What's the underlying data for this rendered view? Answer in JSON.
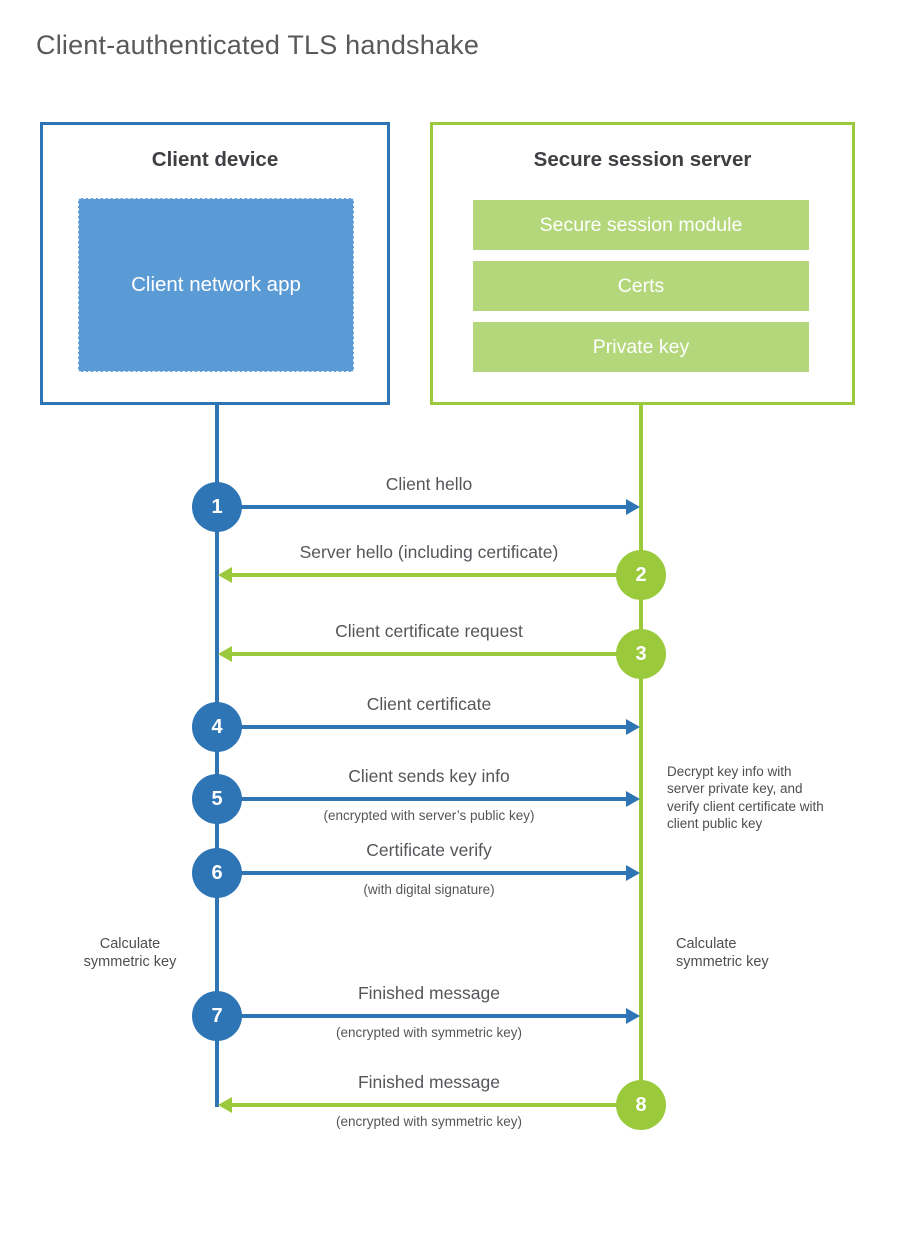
{
  "title": "Client-authenticated TLS handshake",
  "colors": {
    "blue": "#2e75b6",
    "blue_fill": "#5b9bd5",
    "green": "#9aca3c",
    "green_fill": "#b3d77a"
  },
  "client": {
    "title": "Client device",
    "app_label": "Client network app"
  },
  "server": {
    "title": "Secure session server",
    "modules": [
      "Secure session module",
      "Certs",
      "Private key"
    ]
  },
  "messages": [
    {
      "step": "1",
      "from": "client",
      "label": "Client hello",
      "sub": ""
    },
    {
      "step": "2",
      "from": "server",
      "label": "Server hello (including certificate)",
      "sub": ""
    },
    {
      "step": "3",
      "from": "server",
      "label": "Client certificate request",
      "sub": ""
    },
    {
      "step": "4",
      "from": "client",
      "label": "Client certificate",
      "sub": ""
    },
    {
      "step": "5",
      "from": "client",
      "label": "Client sends key info",
      "sub": "(encrypted with server’s public key)"
    },
    {
      "step": "6",
      "from": "client",
      "label": "Certificate verify",
      "sub": "(with digital signature)"
    },
    {
      "step": "7",
      "from": "client",
      "label": "Finished message",
      "sub": "(encrypted with symmetric key)"
    },
    {
      "step": "8",
      "from": "server",
      "label": "Finished message",
      "sub": "(encrypted with symmetric key)"
    }
  ],
  "notes": {
    "decrypt": "Decrypt key info with server private key, and verify client certificate with client public key",
    "calc_left": "Calculate symmetric key",
    "calc_right": "Calculate symmetric key"
  }
}
